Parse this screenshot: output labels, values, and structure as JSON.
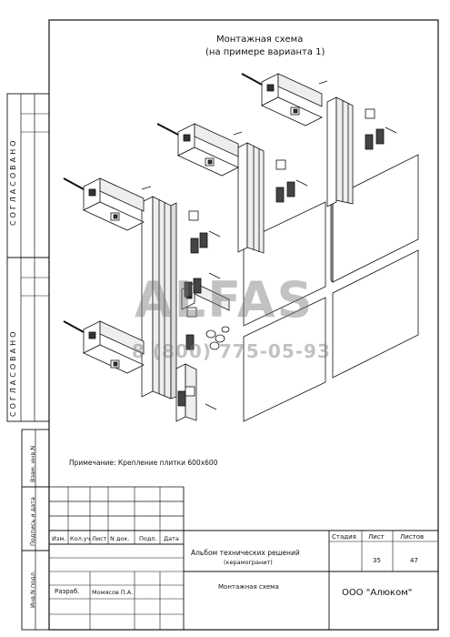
{
  "drawing": {
    "title_line1": "Монтажная схема",
    "title_line2": "(на примере варианта 1)",
    "note": "Примечание: Крепление плитки 600х600"
  },
  "watermark": {
    "brand": "ALFAS",
    "phone": "8 (800) 775-05-93",
    "color": "#8c8c8c"
  },
  "side": {
    "agreed_top": "СОГЛАСОВАНО",
    "agreed_bottom": "СОГЛАСОВАНО",
    "inv_replace": "Взам. инв.N",
    "sign_date": "Подпись и дата",
    "inv_orig": "Инв.N подл."
  },
  "stamp": {
    "headers": [
      "Изм.",
      "Кол.уч",
      "Лист",
      "N док.",
      "Подп.",
      "Дата"
    ],
    "developed_label": "Разраб.",
    "developer": "Момясов П.А.",
    "album_title": "Альбом технических решений",
    "album_sub": "(керамогранит)",
    "sheet_title": "Монтажная схема",
    "stage_label": "Стадия",
    "sheet_label": "Лист",
    "sheets_label": "Листов",
    "sheet_no": "35",
    "sheets_total": "47",
    "company": "ООО \"Алюком\""
  }
}
